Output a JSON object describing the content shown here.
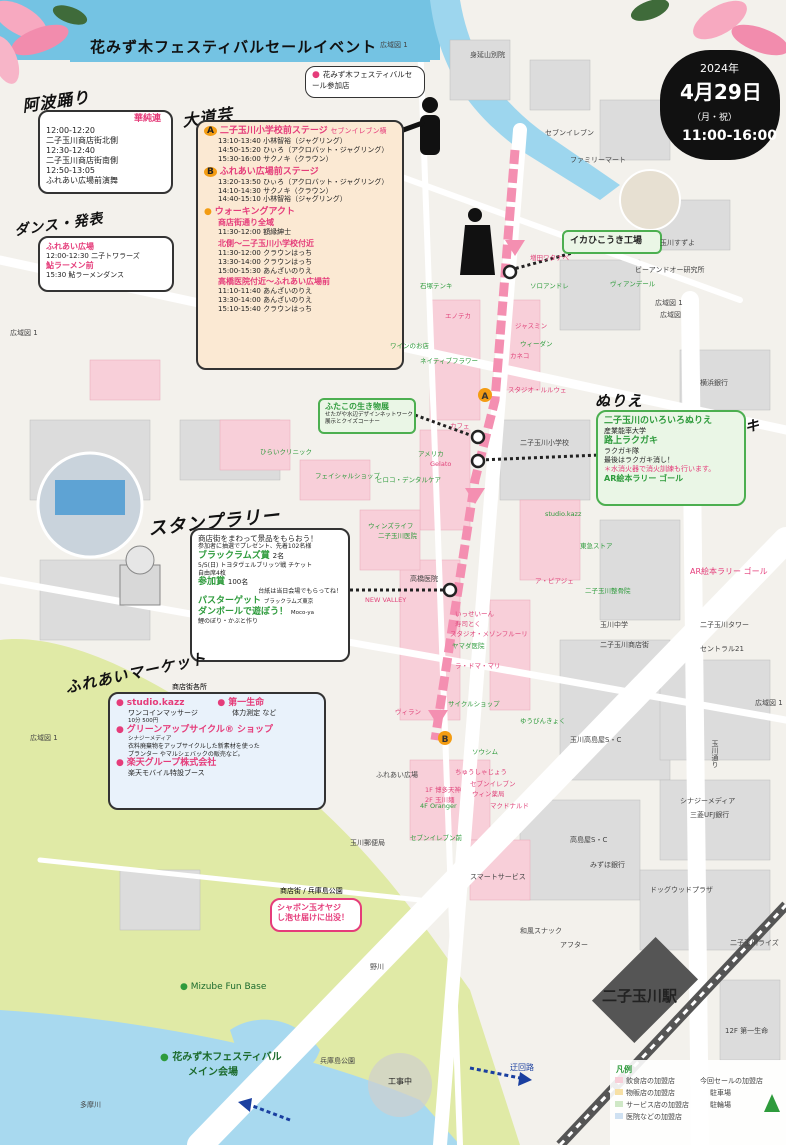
{
  "title": "花みず木フェスティバルセールイベント",
  "date": {
    "year": "2024年",
    "day": "4月29日",
    "weekday": "（月・祝）",
    "time": "11:00-16:00"
  },
  "legend_participant": "花みず木フェスティバルセール参加店",
  "awa": {
    "heading": "阿波踊り",
    "group": "華純連",
    "lines": [
      "12:00-12:20",
      "二子玉川商店街北側",
      "12:30-12:40",
      "二子玉川商店街南側",
      "12:50-13:05",
      "ふれあい広場前演舞"
    ]
  },
  "daidogei": {
    "heading": "大道芸",
    "stage_a": "二子玉川小学校前ステージ",
    "stage_a_note": "セブンイレブン横",
    "stage_a_lines": [
      "13:10-13:40 小林智裕（ジャグリング）",
      "14:50-15:20 ひぃろ（アクロバット・ジャグリング）",
      "15:30-16:00 サクノキ（クラウン）"
    ],
    "stage_b": "ふれあい広場前ステージ",
    "stage_b_lines": [
      "13:20-13:50 ひぃろ（アクロバット・ジャグリング）",
      "14:10-14:30 サクノキ（クラウン）",
      "14:40-15:10 小林智裕（ジャグリング）"
    ],
    "walking": "ウォーキングアクト",
    "walk1_title": "商店街通り全域",
    "walk1_lines": [
      "11:30-12:00 額縁紳士"
    ],
    "walk2_title": "北側～二子玉川小学校付近",
    "walk2_lines": [
      "11:30-12:00 クラウンはっち",
      "13:30-14:00 クラウンはっち",
      "15:00-15:30 あんざいのりえ"
    ],
    "walk3_title": "高橋医院付近～ふれあい広場前",
    "walk3_lines": [
      "11:10-11:40 あんざいのりえ",
      "13:30-14:00 あんざいのりえ",
      "15:10-15:40 クラウンはっち"
    ]
  },
  "dance": {
    "heading": "ダンス・発表",
    "place": "ふれあい広場",
    "line1": "12:00-12:30 二子トワラーズ",
    "place2": "鮎ラーメン前",
    "line2": "15:30 鮎ラーメンダンス"
  },
  "futako": {
    "title": "ふたこの生き物展",
    "lines": [
      "せたがや水辺デザインネットワーク",
      "展示とクイズコーナー"
    ]
  },
  "ikahiko": "イカひこうき工場",
  "nurie": {
    "heading": "ぬりえ",
    "heading2": "ラクガキ",
    "title": "二子玉川のいろいろぬりえ",
    "org": "産業能率大学",
    "sub": "路上ラクガキ",
    "sub_org": "ラクガキ隊",
    "line": "最後はラクガキ消し！",
    "note": "＊水消火器で消火訓練も行います。",
    "goal": "AR絵本ラリー ゴール"
  },
  "stamp": {
    "heading": "スタンプラリー",
    "intro1": "商店街をまわって景品をもらおう！",
    "intro2": "参加者に抽選でプレゼント、先着102名様",
    "prize1": "ブラックラムズ賞",
    "prize1_count": "2名",
    "prize1_desc": "5/5(日) トヨタヴェルブリッツ戦 チケット",
    "prize1_desc2": "自由席4枚",
    "prize2": "参加賞",
    "prize2_count": "100名",
    "prize2_desc": "台紙は当日会場でもらってね！",
    "baguette": "パスターゲット",
    "baguette_org": "ブラックラムズ東京",
    "cardboard": "ダンボールで遊ぼう！",
    "cardboard_org": "Moco-ya",
    "cardboard_desc": "鯉のぼり・かぶと作り"
  },
  "fureai": {
    "heading": "ふれあいマーケット",
    "label": "商店街各所",
    "items": [
      {
        "name": "studio.kazz",
        "lines": [
          "ワンコインマッサージ",
          "10分 500円"
        ]
      },
      {
        "name": "第一生命",
        "lines": [
          "体力測定 など"
        ]
      },
      {
        "name": "グリーンアップサイクル® ショップ",
        "lines": [
          "シナジーメディア",
          "衣料廃棄物をアップサイクルした新素材を使った",
          "プランター やマルシェバックの販売など。"
        ]
      },
      {
        "name": "楽天グループ株式会社",
        "lines": [
          "楽天モバイル特設ブース"
        ]
      }
    ]
  },
  "soap": {
    "label": "商店街 / 兵庫島公園",
    "lines": [
      "シャボン玉オヤジ",
      "し泡せ届けに出没！"
    ]
  },
  "stations": {
    "main": "二子玉川駅"
  },
  "places": {
    "mizube": "Mizube Fun Base",
    "main_venue1": "花みず木フェスティバル",
    "main_venue2": "メイン会場",
    "koiki1": "広域図 1",
    "koiki2": "広域図 1",
    "koiki3": "広域図 1",
    "koiki4": "広域図 1",
    "koiki5": "広域図 1",
    "fureai_hiroba": "ふれあい広場",
    "tamagawa_dori": "玉川通り",
    "tama_river": "多摩川",
    "hyogo": "兵庫島公園",
    "ar_rally": "AR絵本ラリー ゴール",
    "construction": "工事中",
    "detour": "迂回路",
    "nogawa": "野川"
  },
  "shops_pink": [
    "増田ワタナベ",
    "スタジオ・ルルウェ",
    "Gelato",
    "エノテカ",
    "ジャスミン",
    "カネコ",
    "カフェ",
    "ア・ピアジェ",
    "NEW VALLEY",
    "いっせいーん",
    "寿司とく",
    "スタジオ・メゾンフルーリ",
    "ヴィラン",
    "ラ・ドマ・マリ",
    "1F 博多天神",
    "2F 玉川麺",
    "マクドナルド",
    "セブンイレブン",
    "ウィン薬局",
    "ちゅうしゃじょう"
  ],
  "shops_green": [
    "石塚テンキ",
    "ソロアンドレ",
    "ヴィアンデール",
    "ワインのお店",
    "ネイティブフラワー",
    "ウィーダン",
    "ひらいクリニック",
    "フェイシャルショップ",
    "アメリカ",
    "ヒロコ・デンタルケア",
    "ウィンズライフ",
    "studio.kazz",
    "二子玉川医院",
    "東急ストア",
    "サイクルショップ",
    "4F Oranger",
    "ヤマダ医院",
    "二子玉川整骨院",
    "ソウシム",
    "セブンイレブン前",
    "ゆうびんきょく"
  ],
  "shops_gray": [
    "身延山別院",
    "セブンイレブン",
    "ファミリーマート",
    "玉川すずよ",
    "ビーアンドオー研究所",
    "横浜銀行",
    "広域図",
    "二子玉川小学校",
    "玉川中学",
    "高橋医院",
    "スマートサービス",
    "アフター",
    "和風スナック",
    "玉川高島屋S・C",
    "ドッグウッドプラザ",
    "二子玉川ライズ",
    "12F 第一生命",
    "セントラル21",
    "二子玉川タワー",
    "高島屋S・C",
    "みずほ銀行",
    "三菱UFJ銀行",
    "シナジーメディア",
    "玉川郵便局",
    "二子玉川商店街"
  ],
  "legend": {
    "title": "凡例",
    "lines": [
      "飲食店の加盟店",
      "物販店の加盟店",
      "サービス店の加盟店",
      "医院などの加盟店"
    ],
    "right": [
      "今回セールの加盟店",
      "駐車場",
      "駐輪場"
    ]
  }
}
